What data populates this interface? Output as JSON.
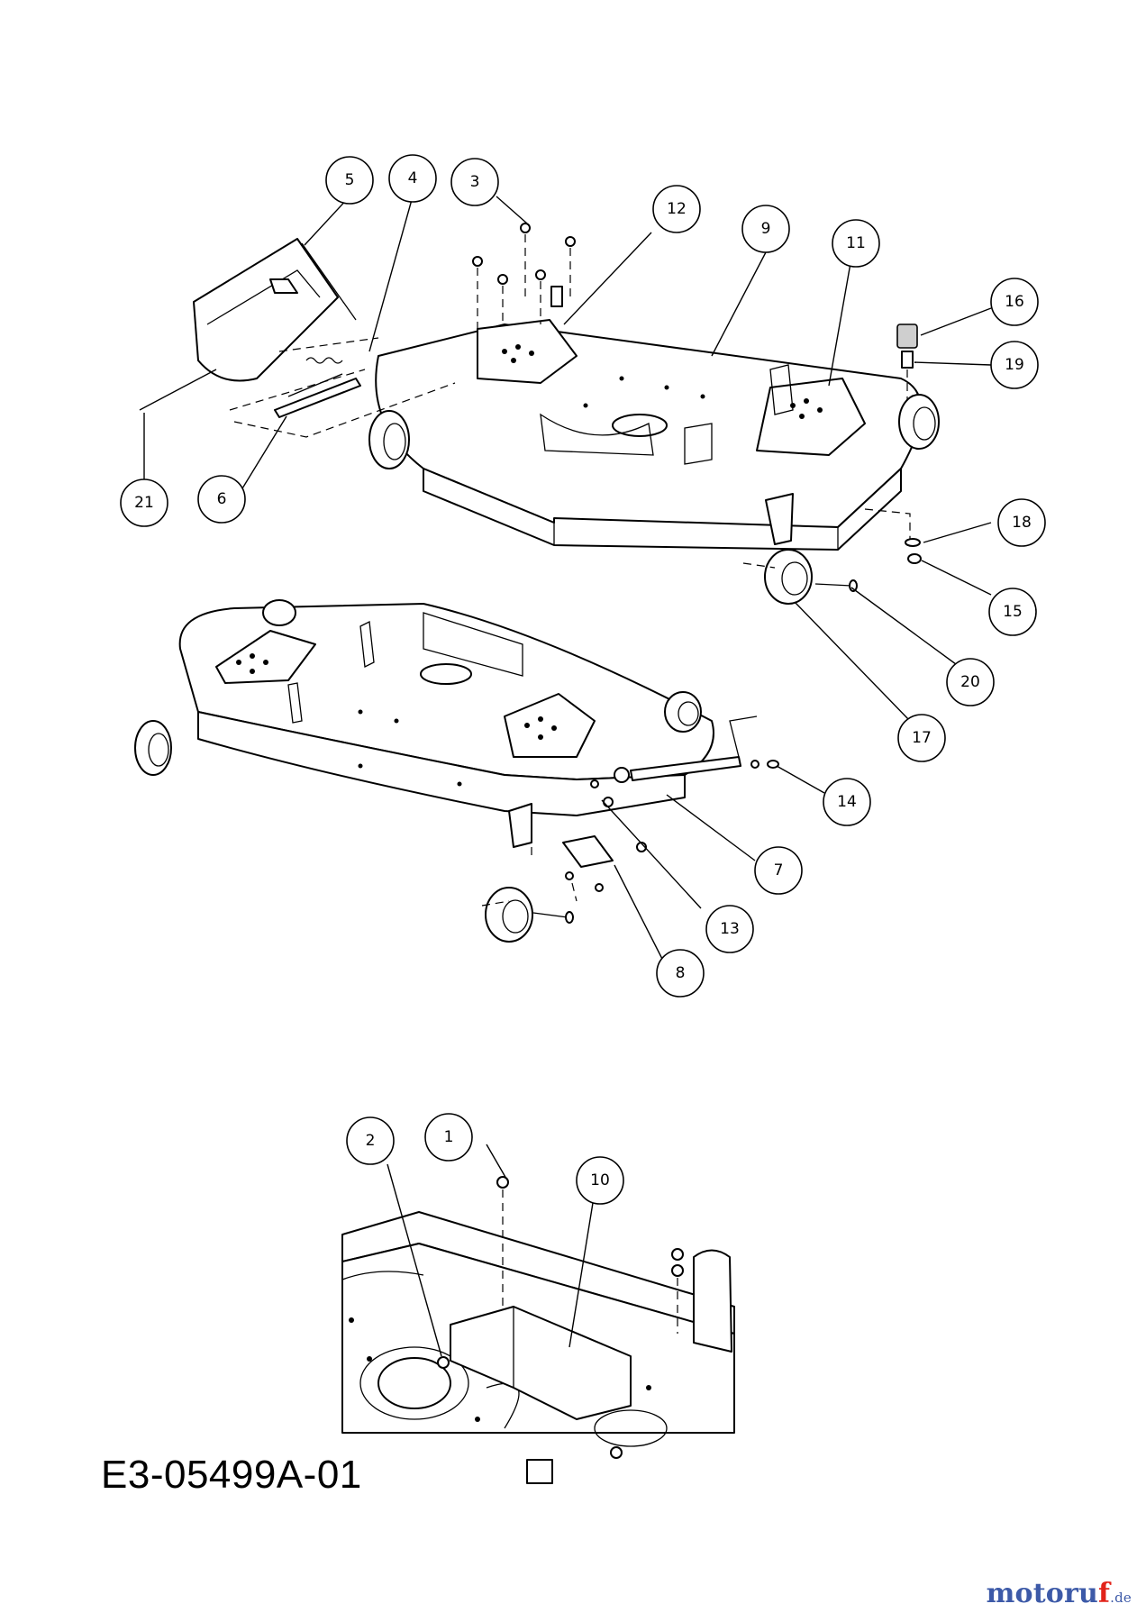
{
  "drawing_code": "E3-05499A-01",
  "watermark": {
    "main": "motoru",
    "accent": "f",
    "tld": ".de"
  },
  "callouts": [
    {
      "label": "1"
    },
    {
      "label": "2"
    },
    {
      "label": "3"
    },
    {
      "label": "4"
    },
    {
      "label": "5"
    },
    {
      "label": "6"
    },
    {
      "label": "7"
    },
    {
      "label": "8"
    },
    {
      "label": "9"
    },
    {
      "label": "10"
    },
    {
      "label": "11"
    },
    {
      "label": "12"
    },
    {
      "label": "13"
    },
    {
      "label": "14"
    },
    {
      "label": "15"
    },
    {
      "label": "16"
    },
    {
      "label": "17"
    },
    {
      "label": "18"
    },
    {
      "label": "19"
    },
    {
      "label": "20"
    },
    {
      "label": "21"
    }
  ]
}
